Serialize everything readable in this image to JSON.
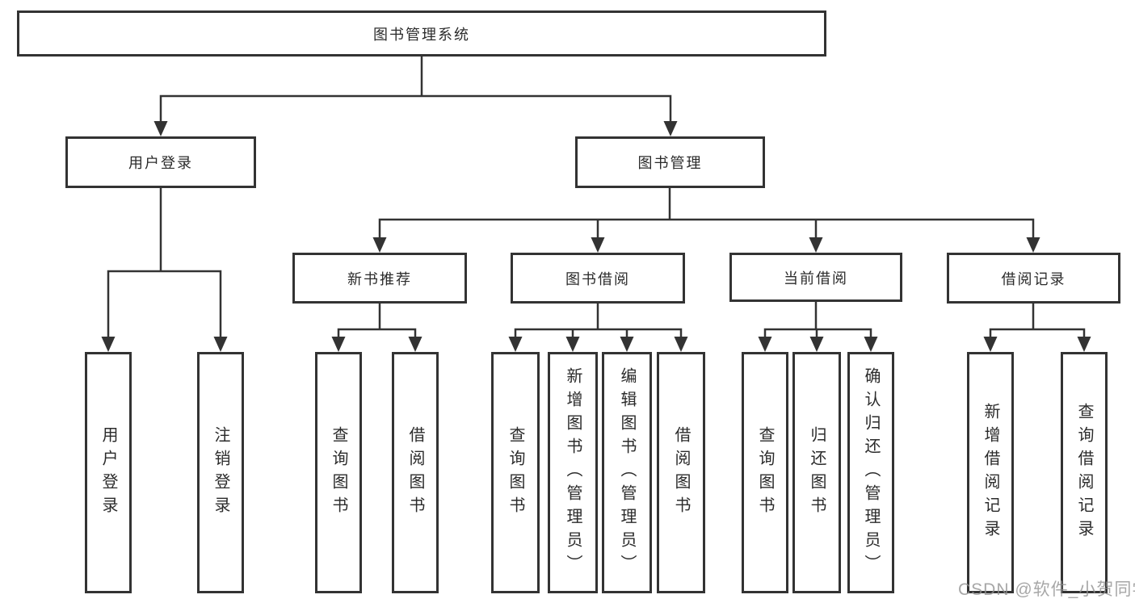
{
  "tree": {
    "label": "图书管理系统",
    "children": [
      {
        "label": "用户登录",
        "children": [
          {
            "label": "用户登录"
          },
          {
            "label": "注销登录"
          }
        ]
      },
      {
        "label": "图书管理",
        "children": [
          {
            "label": "新书推荐",
            "children": [
              {
                "label": "查询图书"
              },
              {
                "label": "借阅图书"
              }
            ]
          },
          {
            "label": "图书借阅",
            "children": [
              {
                "label": "查询图书"
              },
              {
                "label": "新增图书（管理员）"
              },
              {
                "label": "编辑图书（管理员）"
              },
              {
                "label": "借阅图书"
              }
            ]
          },
          {
            "label": "当前借阅",
            "children": [
              {
                "label": "查询图书"
              },
              {
                "label": "归还图书"
              },
              {
                "label": "确认归还（管理员）"
              }
            ]
          },
          {
            "label": "借阅记录",
            "children": [
              {
                "label": "新增借阅记录"
              },
              {
                "label": "查询借阅记录"
              }
            ]
          }
        ]
      }
    ]
  },
  "watermark": {
    "text": "CSDN @软件_小贺同学"
  },
  "colors": {
    "line": "#333333",
    "box_border": "#333333",
    "text": "#2b2b2b",
    "watermark": "#919191",
    "background": "#ffffff"
  }
}
